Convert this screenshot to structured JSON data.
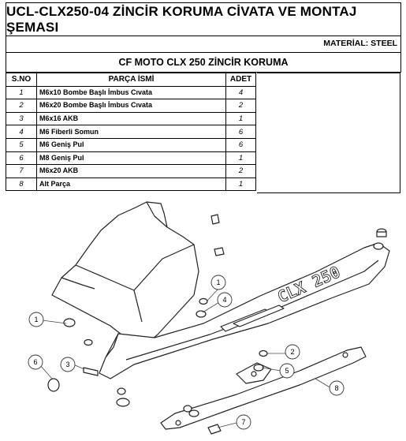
{
  "document": {
    "title": "UCL-CLX250-04 ZİNCİR KORUMA CİVATA VE MONTAJ ŞEMASI",
    "material": "MATERİAL: STEEL",
    "subtitle": "CF MOTO CLX 250 ZİNCİR KORUMA"
  },
  "table": {
    "headers": {
      "no": "S.NO",
      "name": "PARÇA İSMİ",
      "qty": "ADET"
    },
    "rows": [
      {
        "no": "1",
        "name": "M6x10 Bombe Başlı İmbus Cıvata",
        "qty": "4"
      },
      {
        "no": "2",
        "name": "M6x20 Bombe Başlı İmbus Cıvata",
        "qty": "2"
      },
      {
        "no": "3",
        "name": "M6x16 AKB",
        "qty": "1"
      },
      {
        "no": "4",
        "name": "M6 Fiberli Somun",
        "qty": "6"
      },
      {
        "no": "5",
        "name": "M6 Geniş Pul",
        "qty": "6"
      },
      {
        "no": "6",
        "name": "M8 Geniş Pul",
        "qty": "1"
      },
      {
        "no": "7",
        "name": "M6x20 AKB",
        "qty": "2"
      },
      {
        "no": "8",
        "name": "Alt Parça",
        "qty": "1"
      }
    ]
  },
  "drawing": {
    "emboss_text": "CLX 250",
    "balloons": [
      "1",
      "4",
      "1",
      "3",
      "6",
      "2",
      "5",
      "8",
      "7"
    ]
  }
}
